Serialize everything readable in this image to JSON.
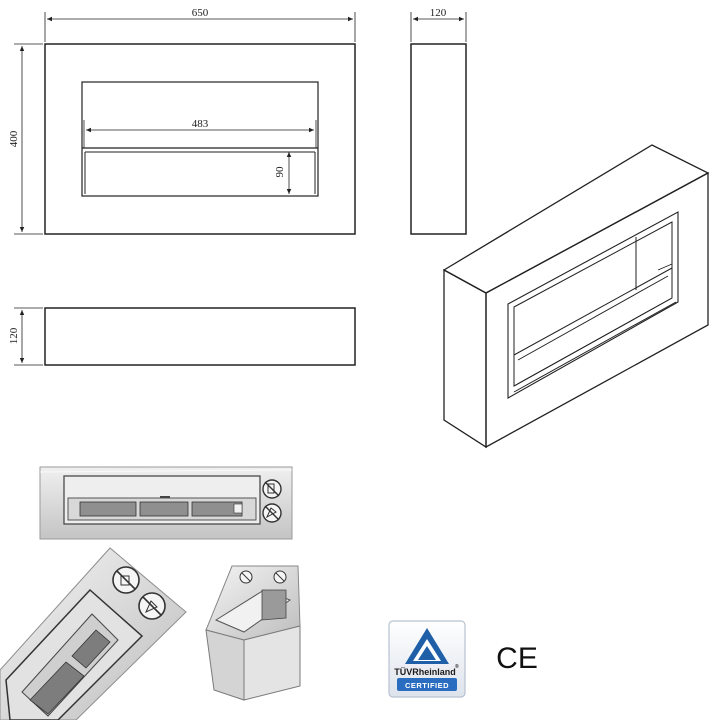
{
  "dimensions": {
    "front_width": "650",
    "front_height": "400",
    "insert_width": "483",
    "insert_height": "90",
    "side_depth": "120",
    "bottom_depth": "120"
  },
  "certification": {
    "tuv_brand": "TÜVRheinland",
    "tuv_registered": "®",
    "tuv_status": "CERTIFIED",
    "ce_mark": "CE"
  },
  "colors": {
    "line": "#222222",
    "tuv_blue": "#1f5fa8",
    "tuv_banner": "#2a6cbf",
    "steel_light": "#e6e6e6",
    "steel_dark": "#a8a8a8"
  },
  "icons": [
    "no-spray-icon",
    "no-refill-icon"
  ]
}
